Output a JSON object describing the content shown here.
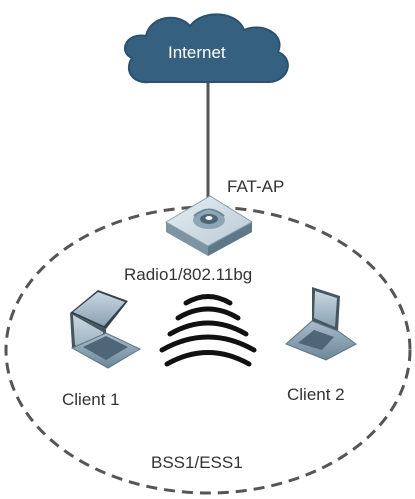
{
  "labels": {
    "internet": "Internet",
    "ap": "FAT-AP",
    "radio": "Radio1/802.11bg",
    "client1": "Client 1",
    "client2": "Client 2",
    "bss": "BSS1/ESS1"
  },
  "colors": {
    "cloud": "#35607f",
    "uplink": "#555555",
    "boundary": "#555555",
    "waves": "#111111",
    "label_text": "#333333"
  },
  "icons": {
    "cloud": "cloud-icon",
    "access_point": "access-point-icon",
    "laptop": "laptop-icon",
    "wireless_signal": "wifi-waves-icon"
  }
}
